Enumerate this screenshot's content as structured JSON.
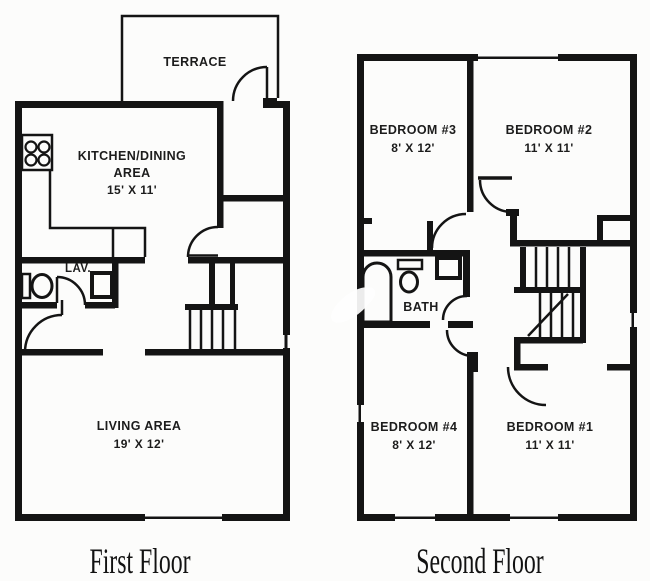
{
  "document_type": "floor-plan",
  "colors": {
    "wall": "#141414",
    "paper": "#fcfcfb",
    "text": "#1c1c1c"
  },
  "floors": [
    {
      "title": "First Floor",
      "rooms": [
        {
          "name": "TERRACE",
          "dims": ""
        },
        {
          "name": "KITCHEN/DINING",
          "name2": "AREA",
          "dims": "15' X 11'"
        },
        {
          "name": "LAV.",
          "dims": ""
        },
        {
          "name": "LIVING AREA",
          "dims": "19' X 12'"
        }
      ],
      "fixtures": [
        "stove",
        "toilet",
        "sink",
        "stairs",
        "doors"
      ]
    },
    {
      "title": "Second Floor",
      "rooms": [
        {
          "name": "BEDROOM #3",
          "dims": "8' X 12'"
        },
        {
          "name": "BEDROOM #2",
          "dims": "11' X 11'"
        },
        {
          "name": "BATH",
          "dims": ""
        },
        {
          "name": "BEDROOM #4",
          "dims": "8' X 12'"
        },
        {
          "name": "BEDROOM #1",
          "dims": "11' X 11'"
        }
      ],
      "fixtures": [
        "bathtub",
        "toilet",
        "linen-closet",
        "stairs",
        "doors"
      ]
    }
  ]
}
